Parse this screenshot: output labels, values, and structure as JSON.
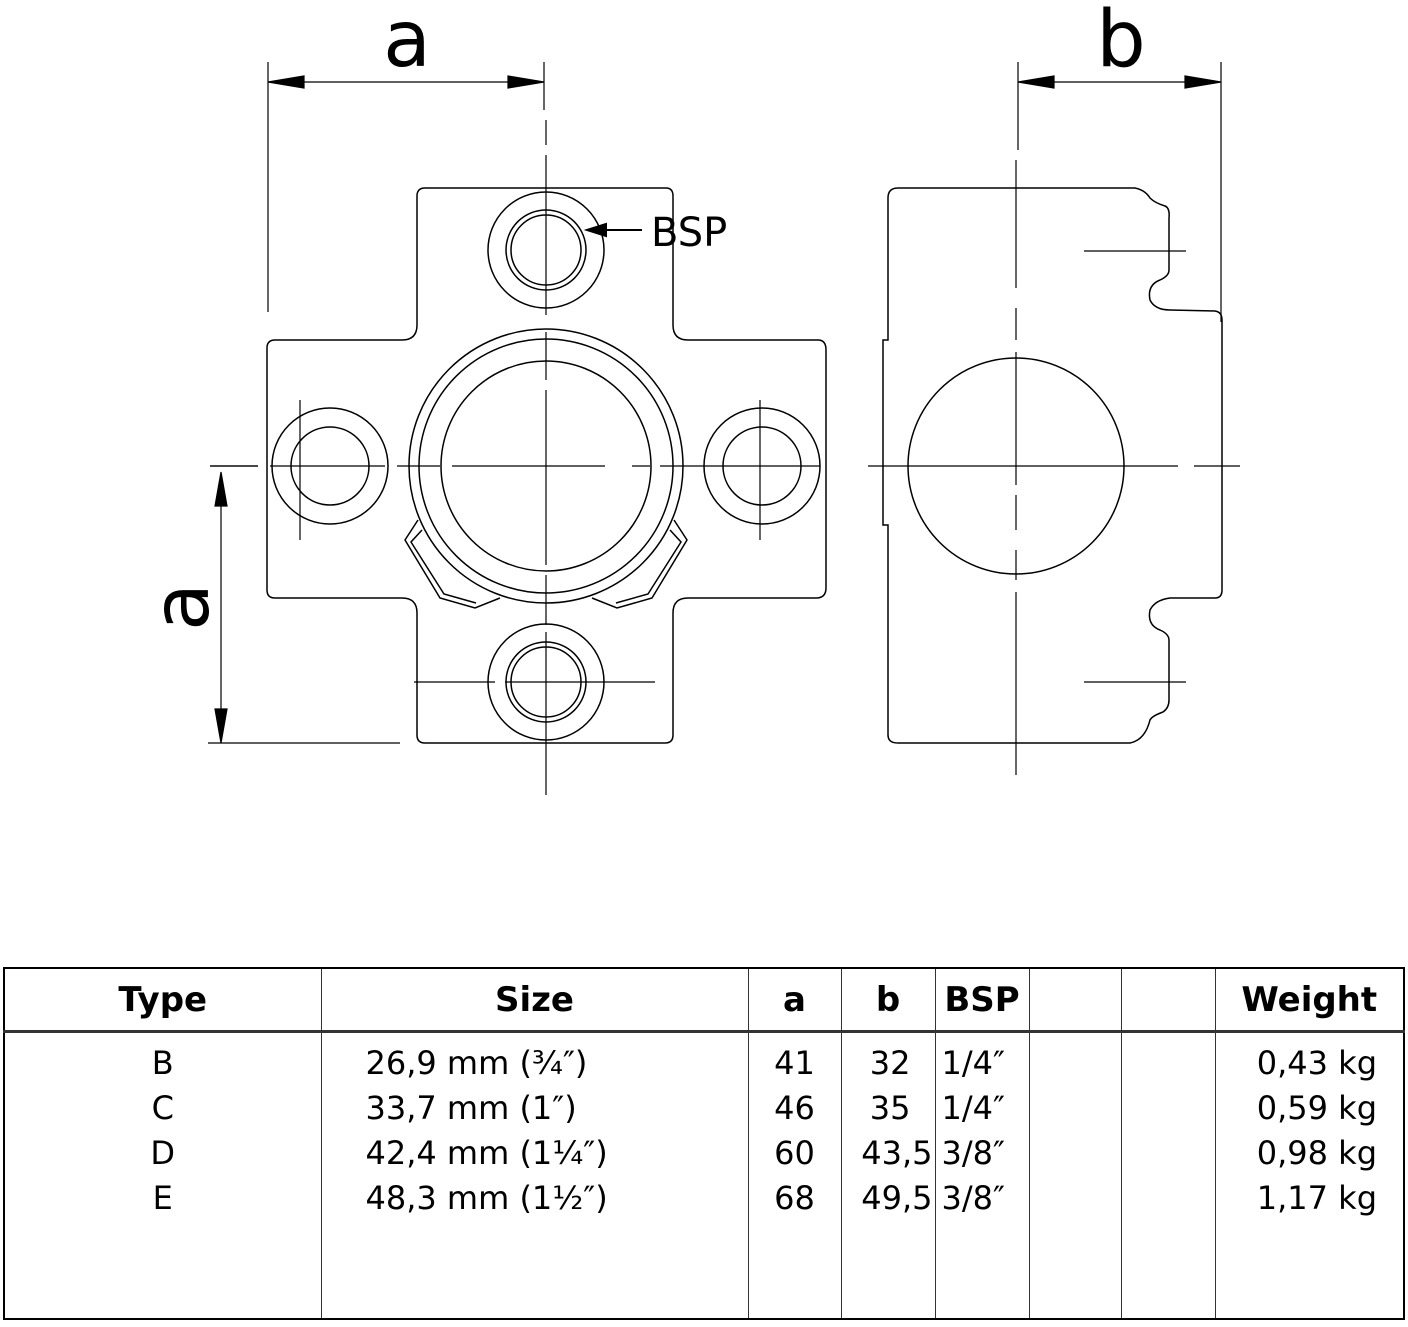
{
  "drawing": {
    "front_view_dim_width": "a",
    "front_view_dim_height": "a",
    "side_view_dim": "b",
    "thread_callout": "BSP"
  },
  "table": {
    "headers": [
      "Type",
      "Size",
      "a",
      "b",
      "BSP",
      "",
      "",
      "Weight"
    ],
    "rows": [
      {
        "type": "B",
        "size": "26,9 mm (¾″)",
        "a": "41",
        "b": "32",
        "bsp": "1/4″",
        "weight": "0,43 kg"
      },
      {
        "type": "C",
        "size": "33,7 mm (1″)",
        "a": "46",
        "b": "35",
        "bsp": "1/4″",
        "weight": "0,59 kg"
      },
      {
        "type": "D",
        "size": "42,4 mm (1¼″)",
        "a": "60",
        "b": "43,5",
        "bsp": "3/8″",
        "weight": "0,98 kg"
      },
      {
        "type": "E",
        "size": "48,3 mm (1½″)",
        "a": "68",
        "b": "49,5",
        "bsp": "3/8″",
        "weight": "1,17 kg"
      }
    ]
  }
}
